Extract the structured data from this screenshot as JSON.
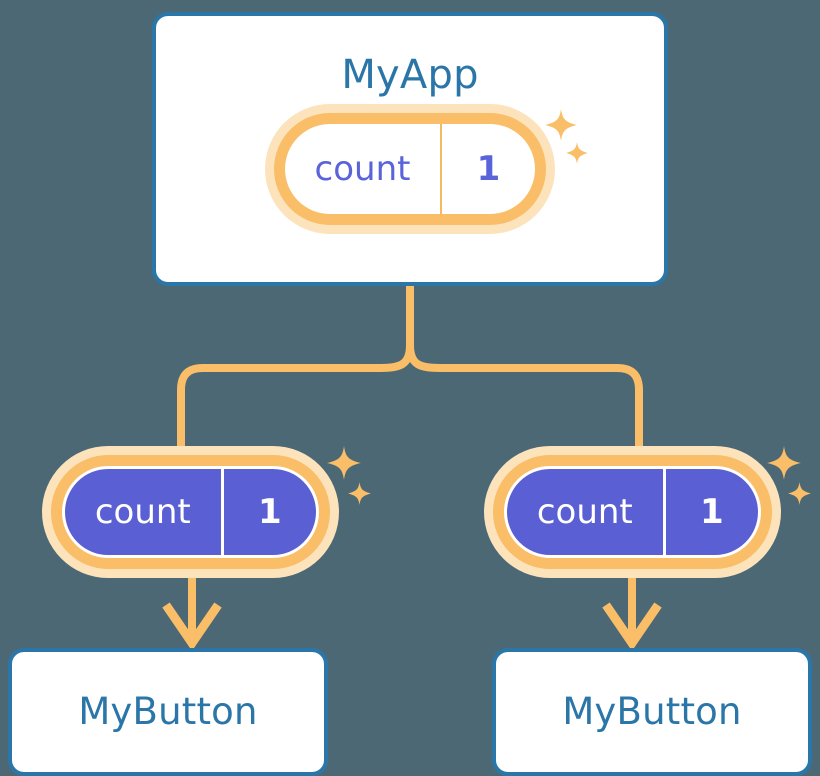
{
  "diagram": {
    "title_text_color": "#2b76a8",
    "accent_orange": "#f9be67",
    "halo_orange": "#fce3bb",
    "purple": "#5b5fd4",
    "purple_text": "#5b63db",
    "card_border": "#2b76a8",
    "background": "#4c6874",
    "card_fill": "#ffffff"
  },
  "app_card": {
    "title": "MyApp",
    "state_pill": {
      "key": "count",
      "value": "1"
    }
  },
  "children": [
    {
      "state_pill": {
        "key": "count",
        "value": "1"
      },
      "card_title": "MyButton"
    },
    {
      "state_pill": {
        "key": "count",
        "value": "1"
      },
      "card_title": "MyButton"
    }
  ],
  "icons": {
    "sparkle": "four-point-star-sparkle",
    "arrow": "arrow-down"
  }
}
